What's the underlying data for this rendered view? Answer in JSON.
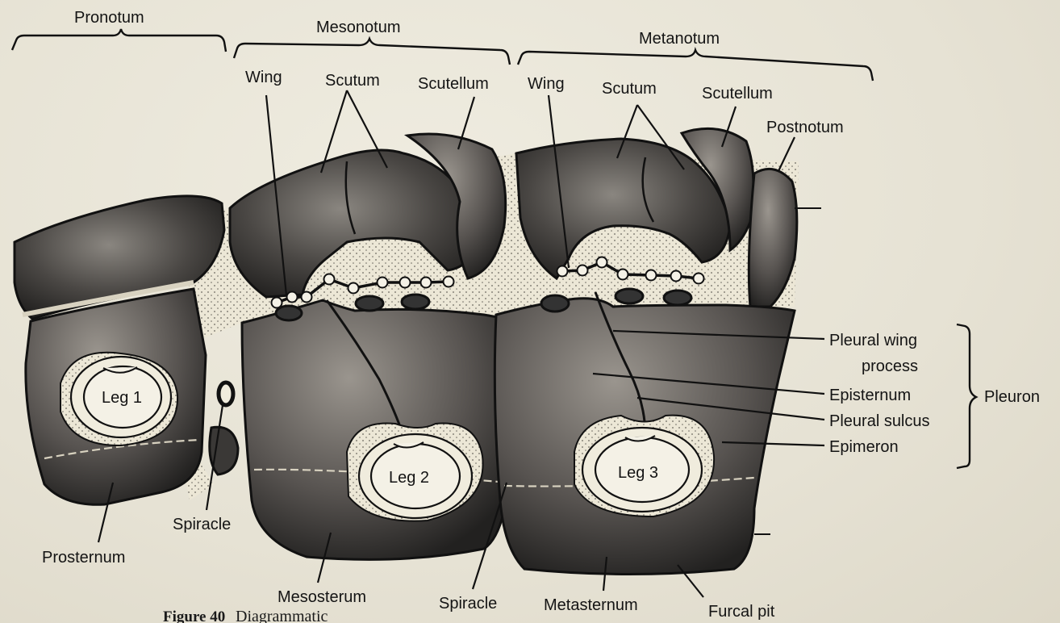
{
  "regions": {
    "pronotum": "Pronotum",
    "mesonotum": "Mesonotum",
    "metanotum": "Metanotum"
  },
  "labels": {
    "wing_meso": "Wing",
    "scutum_meso": "Scutum",
    "scutellum_meso": "Scutellum",
    "wing_meta": "Wing",
    "scutum_meta": "Scutum",
    "scutellum_meta": "Scutellum",
    "postnotum": "Postnotum",
    "pleural_wing_process_1": "Pleural wing",
    "pleural_wing_process_2": "process",
    "episternum": "Episternum",
    "pleural_sulcus": "Pleural sulcus",
    "epimeron": "Epimeron",
    "pleuron": "Pleuron",
    "prosternum": "Prosternum",
    "spiracle_1": "Spiracle",
    "mesosterum": "Mesosterum",
    "spiracle_2": "Spiracle",
    "metasternum": "Metasternum",
    "furcal_pit": "Furcal pit"
  },
  "legs": {
    "leg1": "Leg 1",
    "leg2": "Leg 2",
    "leg3": "Leg 3"
  },
  "caption": {
    "figure_number": "Figure 40",
    "text": "Diagrammatic"
  }
}
